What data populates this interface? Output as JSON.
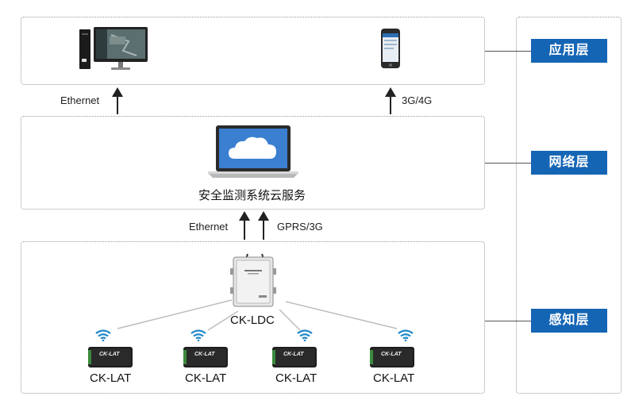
{
  "layers": {
    "application": "应用层",
    "network": "网络层",
    "perception": "感知层"
  },
  "links": {
    "app_left": "Ethernet",
    "app_right": "3G/4G",
    "net_left": "Ethernet",
    "net_right": "GPRS/3G"
  },
  "cloud_service_label": "安全监测系统云服务",
  "gateway_label": "CK-LDC",
  "sensors": [
    {
      "label": "CK-LAT",
      "device_text": "CK-LAT"
    },
    {
      "label": "CK-LAT",
      "device_text": "CK-LAT"
    },
    {
      "label": "CK-LAT",
      "device_text": "CK-LAT"
    },
    {
      "label": "CK-LAT",
      "device_text": "CK-LAT"
    }
  ],
  "colors": {
    "badge": "#1565b5",
    "border": "#9a9a9a"
  }
}
